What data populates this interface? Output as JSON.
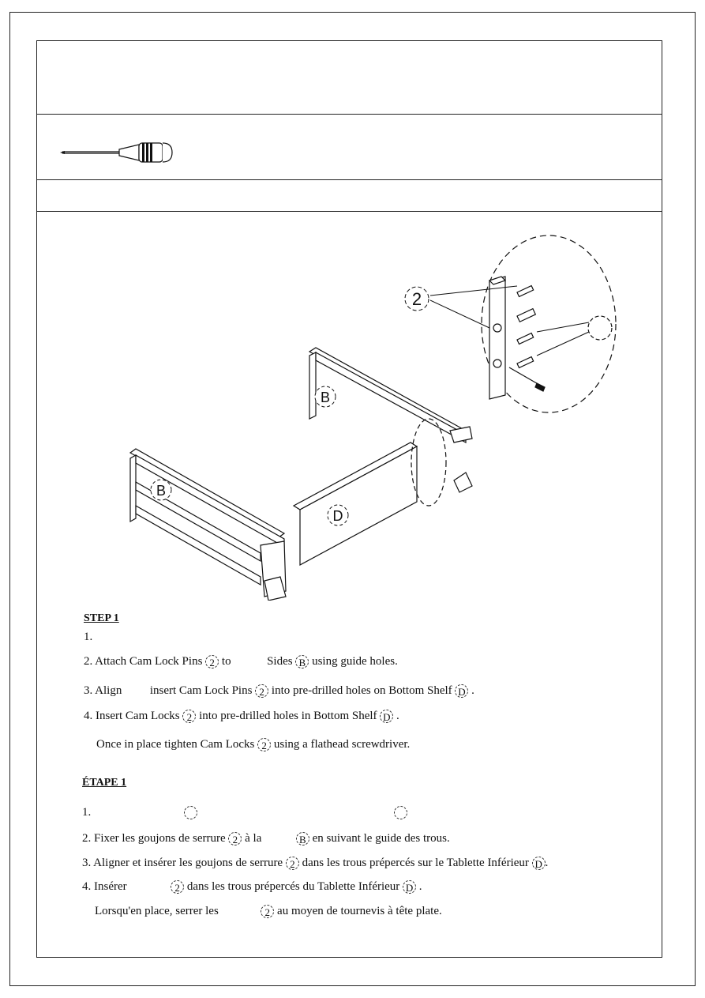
{
  "step_en": {
    "heading": "STEP 1",
    "line1_num": "1.",
    "line2_a": "2. Attach Cam Lock Pins",
    "line2_b": "to",
    "line2_c": "Sides",
    "line2_d": "using guide holes.",
    "line3_a": "3. Align",
    "line3_b": "insert Cam Lock Pins",
    "line3_c": "into pre-drilled holes on Bottom Shelf",
    "line3_d": ".",
    "line4_a": "4. Insert Cam Locks",
    "line4_b": "into pre-drilled holes in Bottom Shelf",
    "line4_c": ".",
    "line5_a": "Once in place tighten Cam Locks",
    "line5_b": "using a flathead screwdriver."
  },
  "step_fr": {
    "heading": "ÉTAPE 1",
    "line1_num": "1.",
    "line2_a": "2. Fixer les goujons de serrure",
    "line2_b": "à la",
    "line2_c": "en suivant le guide des trous.",
    "line3_a": "3. Aligner et insérer les goujons de serrure",
    "line3_b": "dans les trous prépercés sur le Tablette Inférieur",
    "line3_c": ".",
    "line4_a": "4. Insérer",
    "line4_b": "dans les trous prépercés du Tablette Inférieur",
    "line4_c": ".",
    "line5_a": "Lorsqu'en place, serrer les",
    "line5_b": "au moyen de tournevis à tête plate."
  },
  "parts": {
    "pin": "2",
    "side": "B",
    "shelf": "D"
  },
  "icons": [
    "screwdriver-icon",
    "assembly-diagram"
  ]
}
